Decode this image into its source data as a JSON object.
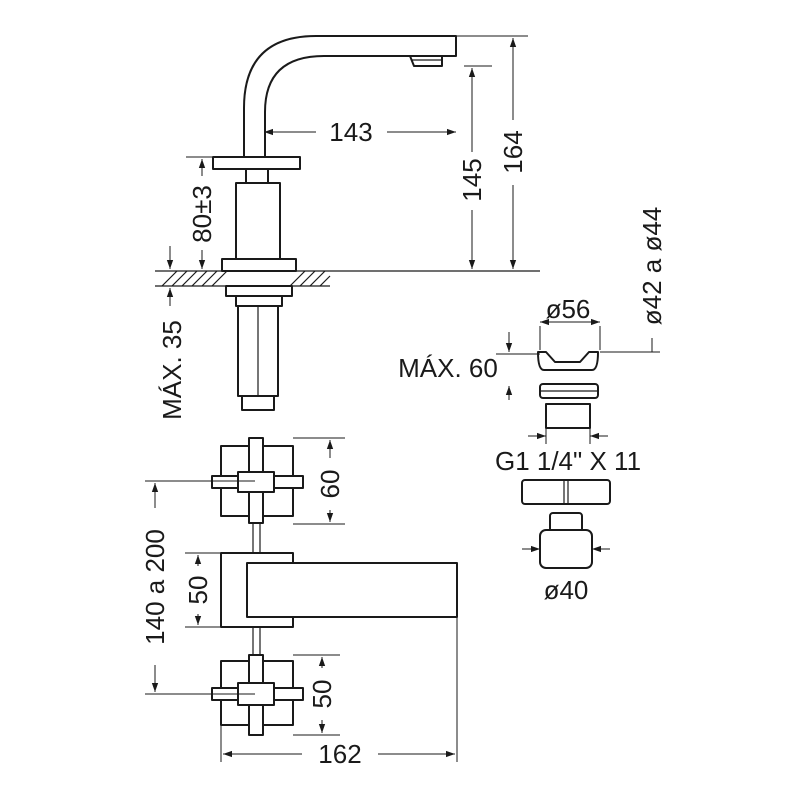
{
  "diagram": {
    "line_color": "#1a1a1a",
    "background": "#ffffff",
    "side_view": {
      "spout_reach": "143",
      "outlet_height": "145",
      "total_height": "164",
      "handle_height": "80±3",
      "max_counter_thickness": "MÁX. 35"
    },
    "drain": {
      "flange_diameter": "ø56",
      "hole_diameter": "ø42 a ø44",
      "max_length": "MÁX. 60",
      "thread": "G1 1/4\" X 11",
      "knob_diameter": "ø40"
    },
    "top_view": {
      "handle_width": "60",
      "spout_base_width": "50",
      "center_distance": "140 a 200",
      "handle_width_lower": "50",
      "total_length": "162"
    }
  }
}
